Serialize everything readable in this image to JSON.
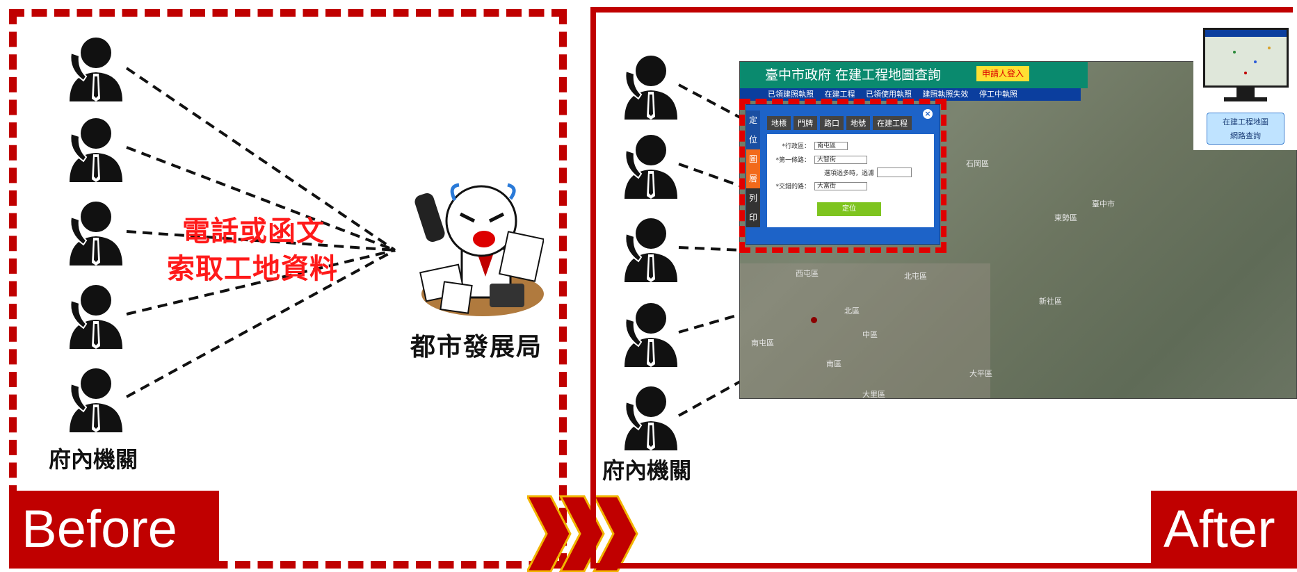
{
  "before": {
    "tag": "Before",
    "dept_label": "府內機關",
    "bureau_label": "都市發展局",
    "request_line1": "電話或函文",
    "request_line2": "索取工地資料"
  },
  "after": {
    "tag": "After",
    "dept_label": "府內機關",
    "map": {
      "title": "臺中市政府 在建工程地圖查詢",
      "login": "申請人登入",
      "filters": [
        "已領建照執照",
        "在建工程",
        "已領使用執照",
        "建照執照失效",
        "停工中執照"
      ],
      "places": [
        "石岡區",
        "東勢區",
        "臺中市",
        "新社區",
        "北屯區",
        "西屯區",
        "北區",
        "南屯區",
        "中區",
        "南區",
        "大平區",
        "大里區"
      ],
      "dialog": {
        "side_tabs": [
          "定",
          "位",
          "圖",
          "層",
          "列",
          "印"
        ],
        "tabs": [
          "地標",
          "門牌",
          "路口",
          "地號",
          "在建工程"
        ],
        "district_label": "*行政區：",
        "district_value": "南屯區",
        "road1_label": "*第一條路：",
        "road1_value": "大智街",
        "hint": "選項過多時，過濾",
        "road2_label": "*交錯的路：",
        "road2_value": "大富街",
        "locate_button": "定位"
      }
    },
    "monitor_caption_line1": "在建工程地圖",
    "monitor_caption_line2": "網路查詢"
  },
  "colors": {
    "brand_red": "#c00000",
    "label_red": "#ff1a1a",
    "map_title_bar": "#0a8a6e",
    "map_filter_bar": "#0b3e9e",
    "locate_button": "#7ec41f"
  }
}
